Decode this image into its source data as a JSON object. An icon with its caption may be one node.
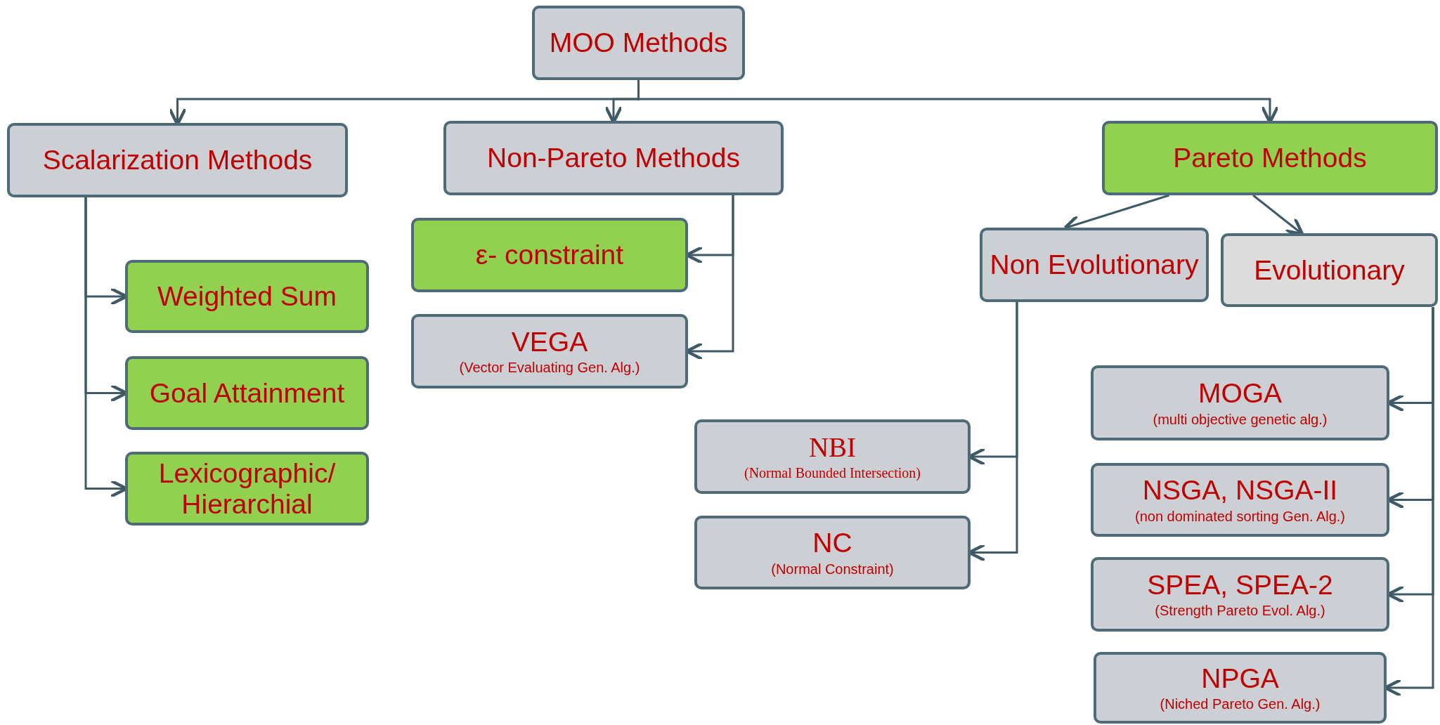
{
  "diagram": {
    "nodes": [
      {
        "text": [
          "MOO Methods"
        ]
      },
      {
        "text": [
          "Scalarization Methods"
        ]
      },
      {
        "text": [
          "Non-Pareto Methods"
        ]
      },
      {
        "text": [
          "Pareto Methods"
        ]
      },
      {
        "text": [
          "Weighted Sum"
        ]
      },
      {
        "text": [
          "Goal Attainment"
        ]
      },
      {
        "text": [
          "Lexicographic/ Hierarchial"
        ]
      },
      {
        "text": [
          "ε- constraint"
        ]
      },
      {
        "text": [
          "VEGA",
          "(Vector Evaluating Gen. Alg.)"
        ]
      },
      {
        "text": [
          "Non Evolutionary"
        ]
      },
      {
        "text": [
          "Evolutionary"
        ]
      },
      {
        "text": [
          "NBI",
          "(Normal Bounded Intersection)"
        ]
      },
      {
        "text": [
          "NC",
          "(Normal Constraint)"
        ]
      },
      {
        "text": [
          "MOGA",
          "(multi objective genetic alg.)"
        ]
      },
      {
        "text": [
          "NSGA, NSGA-II",
          "(non dominated sorting Gen. Alg.)"
        ]
      },
      {
        "text": [
          "SPEA, SPEA-2",
          "(Strength Pareto Evol. Alg.)"
        ]
      },
      {
        "text": [
          "NPGA",
          "(Niched Pareto Gen. Alg.)"
        ]
      }
    ],
    "edges": [
      {
        "from": 0,
        "to": 1,
        "arrow": "to"
      },
      {
        "from": 0,
        "to": 2,
        "arrow": "to"
      },
      {
        "from": 0,
        "to": 3,
        "arrow": "to"
      },
      {
        "from": 1,
        "to": 4,
        "arrow": "to"
      },
      {
        "from": 1,
        "to": 5,
        "arrow": "to"
      },
      {
        "from": 1,
        "to": 6,
        "arrow": "to"
      },
      {
        "from": 2,
        "to": 7,
        "arrow": "to"
      },
      {
        "from": 2,
        "to": 8,
        "arrow": "to"
      },
      {
        "from": 3,
        "to": 9,
        "arrow": "to"
      },
      {
        "from": 3,
        "to": 10,
        "arrow": "to"
      },
      {
        "from": 9,
        "to": 11,
        "arrow": "to"
      },
      {
        "from": 9,
        "to": 12,
        "arrow": "to"
      },
      {
        "from": 10,
        "to": 13,
        "arrow": "to"
      },
      {
        "from": 10,
        "to": 14,
        "arrow": "to"
      },
      {
        "from": 10,
        "to": 15,
        "arrow": "to"
      },
      {
        "from": 10,
        "to": 16,
        "arrow": "to"
      }
    ]
  }
}
